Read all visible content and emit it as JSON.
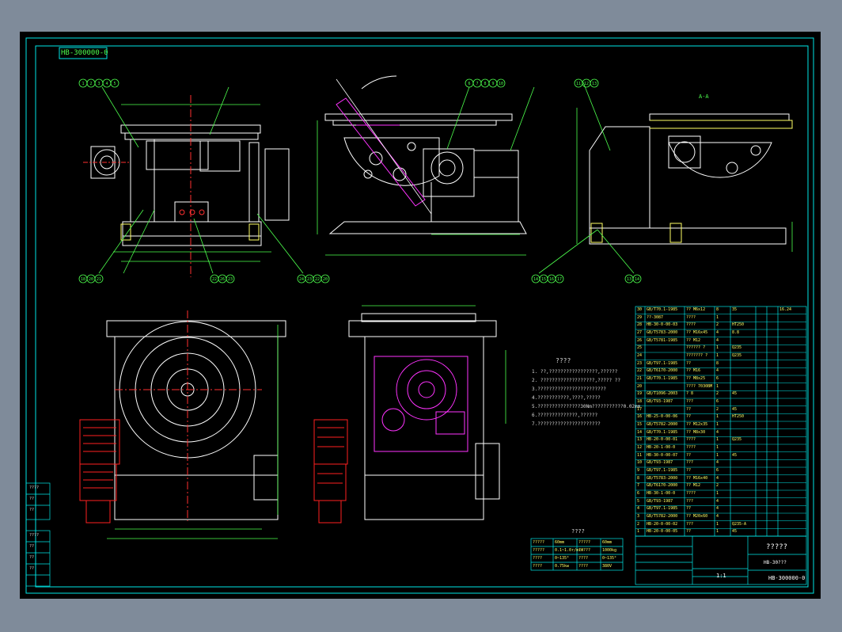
{
  "drawing": {
    "code_label": "HB-300000-0",
    "view_section_label": "A-A",
    "balloons_top_left": [
      "1",
      "2",
      "3",
      "4",
      "5"
    ],
    "balloons_top_mid": [
      "6",
      "7",
      "8",
      "9",
      "10"
    ],
    "balloons_top_right": [
      "11",
      "12",
      "13"
    ],
    "balloons_bottom_left": [
      "18",
      "20",
      "21",
      "22",
      "26",
      "23",
      "24",
      "23",
      "22",
      "20"
    ],
    "balloons_bottom_right": [
      "14",
      "15",
      "16",
      "17",
      "13",
      "14"
    ],
    "tech_title": "????",
    "tech_lines": [
      "1. ??,?????????????????,??????",
      "2. ???????????????????,????? ??",
      "3.????????????????????????",
      "4.???????????,????,?????",
      "5.???????????????30Nm???????????0.02mm",
      "6.??????????????,??????",
      "7.??????????????????????"
    ],
    "param_title": "????",
    "params": [
      [
        "?????",
        "60mm",
        "?????",
        "60mm"
      ],
      [
        "?????",
        "0.1~1.0r/min",
        "?????",
        "1000kg"
      ],
      [
        "????",
        "0~135°",
        "????",
        "0~135°"
      ],
      [
        "????",
        "0.75kw",
        "????",
        "380V"
      ]
    ],
    "bom_rows": [
      [
        "30",
        "GB/T70.1-1985",
        "?? M6x12",
        "8",
        "35",
        "",
        "",
        "16.24"
      ],
      [
        "29",
        "??-3087",
        "????",
        "1",
        "",
        "",
        "",
        ""
      ],
      [
        "28",
        "HB-30-0-00-03",
        "????",
        "2",
        "HT250",
        "",
        "",
        ""
      ],
      [
        "27",
        "GB/T5783-2000",
        "?? M16x45",
        "4",
        "8.8",
        "",
        "",
        ""
      ],
      [
        "26",
        "GB/T5781-1985",
        "?? M12",
        "4",
        "",
        "",
        "",
        ""
      ],
      [
        "25",
        "",
        "?????? ?",
        "1",
        "Q235",
        "",
        "",
        ""
      ],
      [
        "24",
        "",
        "??????? ?",
        "1",
        "Q235",
        "",
        "",
        ""
      ],
      [
        "23",
        "GB/T97.1-1985",
        "??",
        "8",
        "",
        "",
        "",
        ""
      ],
      [
        "22",
        "GB/T6170-2000",
        "?? M16",
        "4",
        "",
        "",
        "",
        ""
      ],
      [
        "21",
        "GB/T70.1-1985",
        "?? M8x25",
        "6",
        "",
        "",
        "",
        ""
      ],
      [
        "20",
        "",
        "???? 7030BM",
        "1",
        "",
        "",
        "",
        ""
      ],
      [
        "19",
        "GB/T1096-2003",
        "? 8",
        "2",
        "45",
        "",
        "",
        ""
      ],
      [
        "18",
        "GB/T93-1987",
        "???",
        "6",
        "",
        "",
        "",
        ""
      ],
      [
        "17",
        "",
        "??",
        "2",
        "45",
        "",
        "",
        ""
      ],
      [
        "16",
        "HB-25-0-00-06",
        "??",
        "1",
        "HT250",
        "",
        "",
        ""
      ],
      [
        "15",
        "GB/T5782-2000",
        "?? M12x35",
        "1",
        "",
        "",
        "",
        ""
      ],
      [
        "14",
        "GB/T70.1-1985",
        "?? M8x30",
        "4",
        "",
        "",
        "",
        ""
      ],
      [
        "13",
        "HB-20-0-00-01",
        "????",
        "1",
        "Q235",
        "",
        "",
        ""
      ],
      [
        "12",
        "HB-20-1-00-0",
        "????",
        "1",
        "",
        "",
        "",
        ""
      ],
      [
        "11",
        "HB-30-0-00-07",
        "??",
        "1",
        "45",
        "",
        "",
        ""
      ],
      [
        "10",
        "GB/T93-1987",
        "???",
        "4",
        "",
        "",
        "",
        ""
      ],
      [
        "9",
        "GB/T97.1-1985",
        "??",
        "6",
        "",
        "",
        "",
        ""
      ],
      [
        "8",
        "GB/T5783-2000",
        "?? M16x40",
        "4",
        "",
        "",
        "",
        ""
      ],
      [
        "7",
        "GB/T6170-2000",
        "?? M12",
        "2",
        "",
        "",
        "",
        ""
      ],
      [
        "6",
        "HB-30-1-00-0",
        "????",
        "1",
        "",
        "",
        "",
        ""
      ],
      [
        "5",
        "GB/T93-1987",
        "???",
        "4",
        "",
        "",
        "",
        ""
      ],
      [
        "4",
        "GB/T97.1-1985",
        "??",
        "4",
        "",
        "",
        "",
        ""
      ],
      [
        "3",
        "GB/T5782-2000",
        "?? M20x60",
        "4",
        "",
        "",
        "",
        ""
      ],
      [
        "2",
        "HB-20-0-00-02",
        "???",
        "1",
        "Q235-A",
        "",
        "",
        ""
      ],
      [
        "1",
        "HB-20-0-00-05",
        "??",
        "1",
        "45",
        "",
        "",
        ""
      ]
    ],
    "title_block": {
      "company": "?????",
      "drawing_no": "HB-300000-0",
      "name": "HB-30???",
      "scale": "1:1"
    },
    "side_table": [
      "????",
      "??",
      "??",
      "????",
      "??",
      "??",
      "??"
    ],
    "colors": {
      "frame": "#00e6e6",
      "outline": "#ffffff",
      "center": "#ff3030",
      "dim": "#4dff4d",
      "motor": "#ff2020",
      "gear": "#ff33ff",
      "leader": "#4dff4d",
      "table": "#00e6e6"
    }
  }
}
